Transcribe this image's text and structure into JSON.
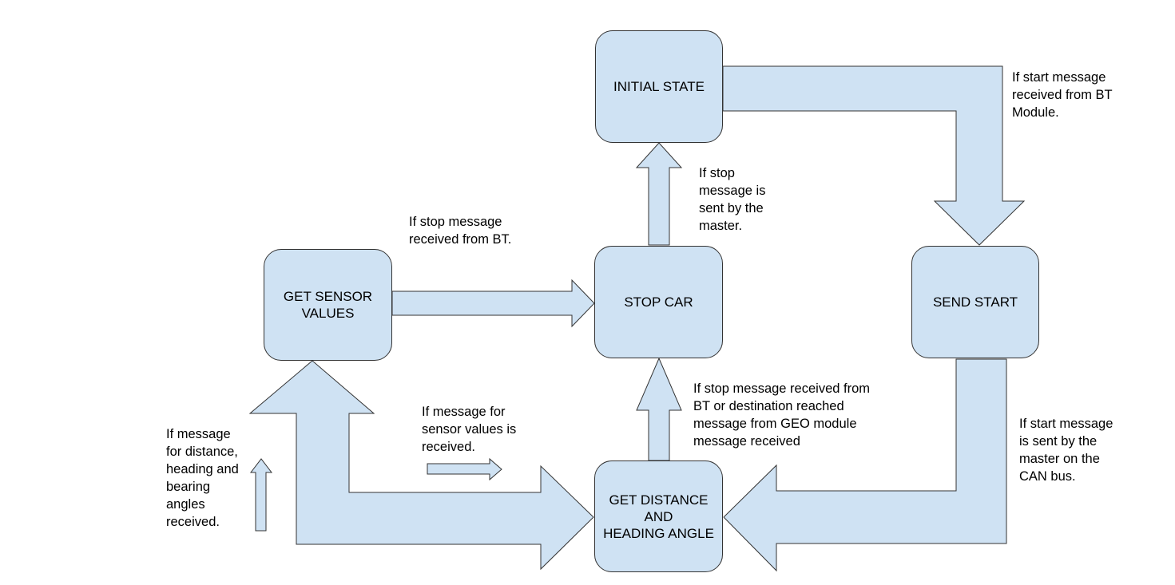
{
  "diagram": {
    "colors": {
      "fill": "#cfe2f3",
      "stroke": "#333333",
      "text": "#000000"
    },
    "states": {
      "initial": "INITIAL STATE",
      "send_start": "SEND START",
      "stop_car": "STOP CAR",
      "get_sensor": "GET SENSOR\nVALUES",
      "get_distance": "GET DISTANCE\nAND\nHEADING ANGLE"
    },
    "transitions": {
      "start_from_bt": "If start message\nreceived from BT\nModule.",
      "stop_sent_by_master": "If stop\nmessage is\nsent by the\nmaster.",
      "stop_from_bt": "If stop message\nreceived from BT.",
      "stop_or_destination": "If stop message received from\nBT or destination reached\nmessage from GEO module\nmessage received",
      "sensor_values_request": "If message for\nsensor values is\nreceived.",
      "start_on_can": "If start message\nis sent by the\nmaster on the\nCAN bus.",
      "distance_heading_bearing": "If message\nfor distance,\nheading and\nbearing\nangles\nreceived."
    }
  }
}
